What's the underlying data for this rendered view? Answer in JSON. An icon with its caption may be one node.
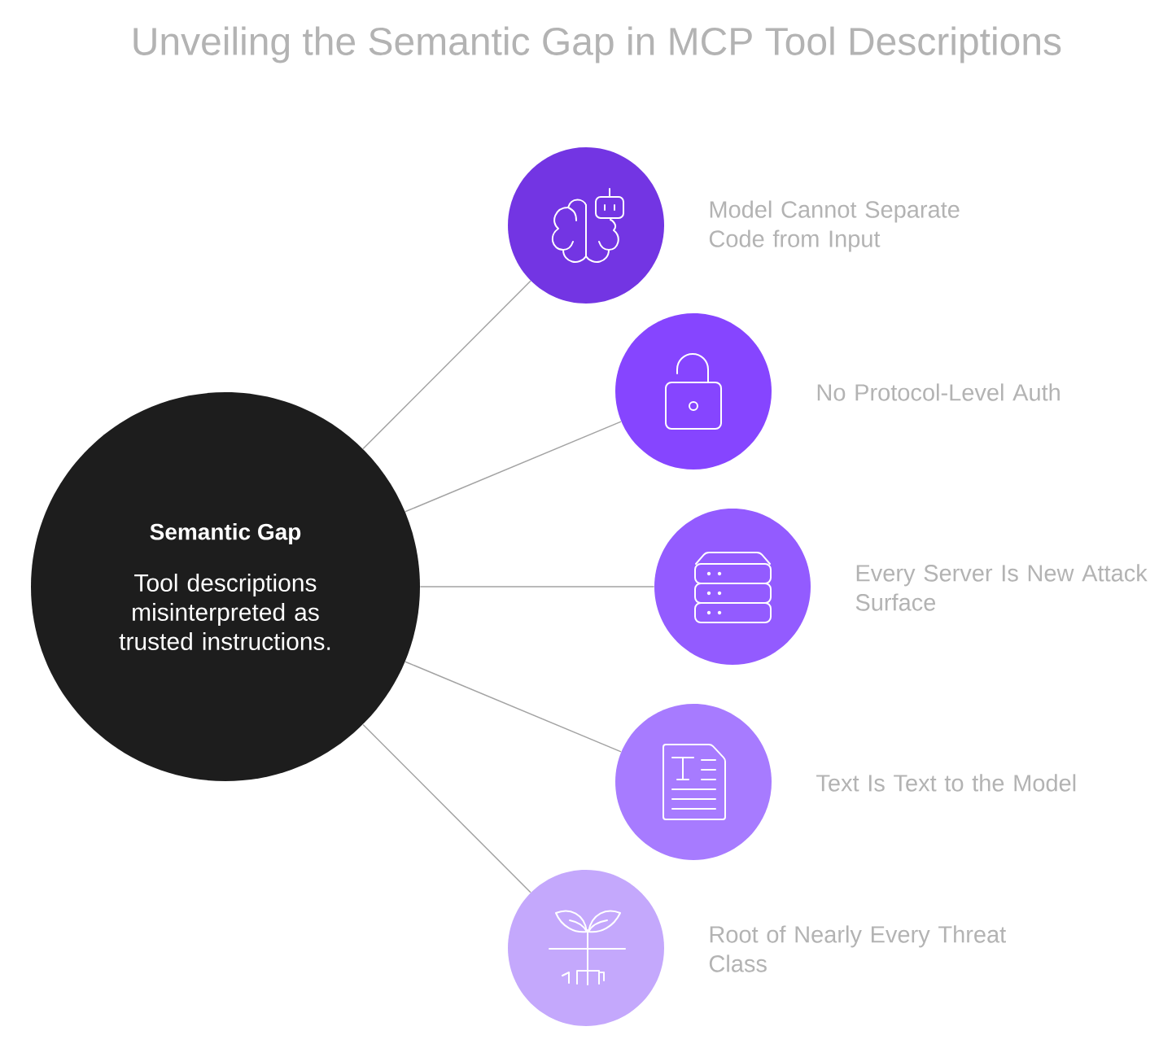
{
  "diagram": {
    "title": "Unveiling the Semantic Gap in MCP Tool Descriptions",
    "nodes": [
      {
        "text": [
          "Semantic Gap",
          "Tool descriptions misinterpreted as trusted instructions."
        ]
      },
      {
        "text": [
          "Model Cannot Separate Code from Input"
        ]
      },
      {
        "text": [
          "No Protocol-Level Auth"
        ]
      },
      {
        "text": [
          "Every Server Is New Attack Surface"
        ]
      },
      {
        "text": [
          "Text Is Text to the Model"
        ]
      },
      {
        "text": [
          "Root of Nearly Every Threat Class"
        ]
      }
    ],
    "edges": [
      {
        "from": 0,
        "to": 1,
        "arrow": "none"
      },
      {
        "from": 0,
        "to": 2,
        "arrow": "none"
      },
      {
        "from": 0,
        "to": 3,
        "arrow": "none"
      },
      {
        "from": 0,
        "to": 4,
        "arrow": "none"
      },
      {
        "from": 0,
        "to": 5,
        "arrow": "none"
      }
    ]
  }
}
